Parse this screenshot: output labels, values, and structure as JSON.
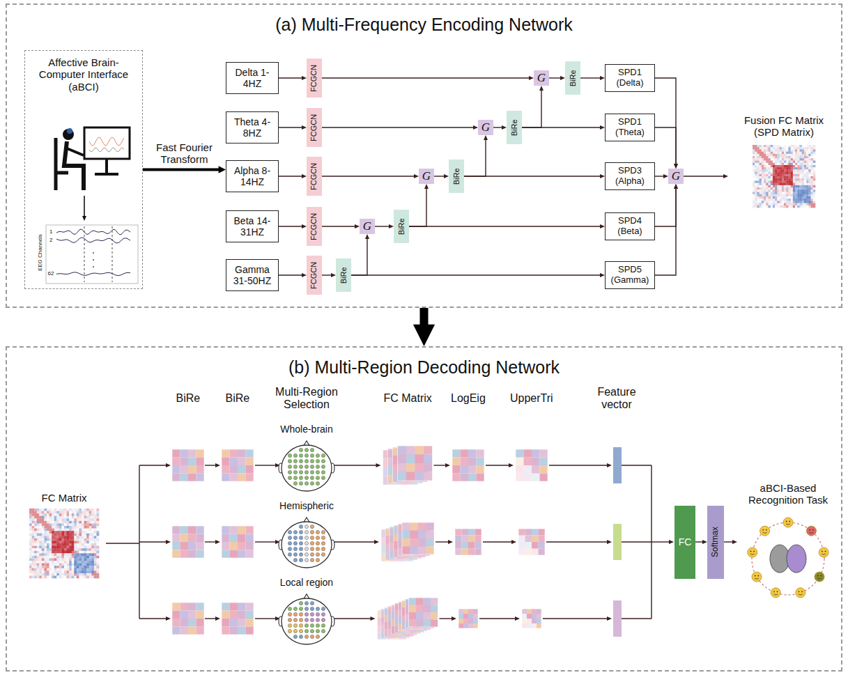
{
  "diagram": {
    "nodes": [
      {
        "text": [
          "(a) Multi-Frequency Encoding Network"
        ]
      },
      {
        "text": [
          "Affective Brain-Computer Interface (aBCI)"
        ],
        "in": 0
      },
      {
        "text": [
          "Delta 1-4HZ"
        ],
        "in": 0
      },
      {
        "text": [
          "Theta 4-8HZ"
        ],
        "in": 0
      },
      {
        "text": [
          "Alpha 8-14HZ"
        ],
        "in": 0
      },
      {
        "text": [
          "Beta 14-31HZ"
        ],
        "in": 0
      },
      {
        "text": [
          "Gamma 31-50HZ"
        ],
        "in": 0
      },
      {
        "text": [
          "FCGCN"
        ],
        "in": 0
      },
      {
        "text": [
          "FCGCN"
        ],
        "in": 0
      },
      {
        "text": [
          "FCGCN"
        ],
        "in": 0
      },
      {
        "text": [
          "FCGCN"
        ],
        "in": 0
      },
      {
        "text": [
          "FCGCN"
        ],
        "in": 0
      },
      {
        "text": [
          "G"
        ],
        "in": 0
      },
      {
        "text": [
          "BiRe"
        ],
        "in": 0
      },
      {
        "text": [
          "G"
        ],
        "in": 0
      },
      {
        "text": [
          "BiRe"
        ],
        "in": 0
      },
      {
        "text": [
          "G"
        ],
        "in": 0
      },
      {
        "text": [
          "BiRe"
        ],
        "in": 0
      },
      {
        "text": [
          "G"
        ],
        "in": 0
      },
      {
        "text": [
          "BiRe"
        ],
        "in": 0
      },
      {
        "text": [
          "BiRe"
        ],
        "in": 0
      },
      {
        "text": [
          "SPD1 (Delta)"
        ],
        "in": 0
      },
      {
        "text": [
          "SPD1 (Theta)"
        ],
        "in": 0
      },
      {
        "text": [
          "SPD3 (Alpha)"
        ],
        "in": 0
      },
      {
        "text": [
          "SPD4 (Beta)"
        ],
        "in": 0
      },
      {
        "text": [
          "SPD5 (Gamma)"
        ],
        "in": 0
      },
      {
        "text": [
          "G"
        ],
        "in": 0
      },
      {
        "text": [
          "Fusion FC Matrix (SPD Matrix)"
        ],
        "in": 0
      },
      {
        "text": [
          "(b) Multi-Region Decoding Network"
        ]
      },
      {
        "text": [
          "FC Matrix"
        ],
        "in": 28
      },
      {
        "text": [
          "Whole-brain"
        ],
        "in": 28
      },
      {
        "text": [
          "Hemispheric"
        ],
        "in": 28
      },
      {
        "text": [
          "Local region"
        ],
        "in": 28
      },
      {
        "text": [
          "FC"
        ],
        "in": 28
      },
      {
        "text": [
          "Softmax"
        ],
        "in": 28
      },
      {
        "text": [
          "aBCI-Based Recognition Task"
        ],
        "in": 28
      }
    ],
    "edges": [
      {
        "from": 1,
        "to": 4,
        "arrow": "to",
        "label": "Fast Fourier Transform"
      },
      {
        "from": 2,
        "to": 7,
        "arrow": "to"
      },
      {
        "from": 3,
        "to": 8,
        "arrow": "to"
      },
      {
        "from": 4,
        "to": 9,
        "arrow": "to"
      },
      {
        "from": 5,
        "to": 10,
        "arrow": "to"
      },
      {
        "from": 6,
        "to": 11,
        "arrow": "to"
      },
      {
        "from": 7,
        "to": 12,
        "arrow": "to"
      },
      {
        "from": 8,
        "to": 14,
        "arrow": "to"
      },
      {
        "from": 9,
        "to": 16,
        "arrow": "to"
      },
      {
        "from": 10,
        "to": 18,
        "arrow": "to"
      },
      {
        "from": 11,
        "to": 20,
        "arrow": "to"
      },
      {
        "from": 20,
        "to": 18,
        "arrow": "to"
      },
      {
        "from": 20,
        "to": 25,
        "arrow": "to"
      },
      {
        "from": 18,
        "to": 19,
        "arrow": "to"
      },
      {
        "from": 19,
        "to": 16,
        "arrow": "to"
      },
      {
        "from": 19,
        "to": 24,
        "arrow": "to"
      },
      {
        "from": 16,
        "to": 17,
        "arrow": "to"
      },
      {
        "from": 17,
        "to": 14,
        "arrow": "to"
      },
      {
        "from": 17,
        "to": 23,
        "arrow": "to"
      },
      {
        "from": 14,
        "to": 15,
        "arrow": "to"
      },
      {
        "from": 15,
        "to": 12,
        "arrow": "to"
      },
      {
        "from": 15,
        "to": 22,
        "arrow": "to"
      },
      {
        "from": 12,
        "to": 13,
        "arrow": "to"
      },
      {
        "from": 13,
        "to": 21,
        "arrow": "to"
      },
      {
        "from": 21,
        "to": 26,
        "arrow": "to"
      },
      {
        "from": 22,
        "to": 26,
        "arrow": "to"
      },
      {
        "from": 23,
        "to": 26,
        "arrow": "to"
      },
      {
        "from": 24,
        "to": 26,
        "arrow": "to"
      },
      {
        "from": 25,
        "to": 26,
        "arrow": "to"
      },
      {
        "from": 26,
        "to": 27,
        "arrow": "to"
      },
      {
        "from": 0,
        "to": 28,
        "arrow": "to"
      },
      {
        "from": 33,
        "to": 34,
        "arrow": "to"
      },
      {
        "from": 34,
        "to": 35,
        "arrow": "to"
      }
    ],
    "labels": [
      "EEG Channels",
      "1",
      "2",
      "62",
      "BiRe",
      "BiRe",
      "Multi-Region Selection",
      "FC Matrix",
      "LogEig",
      "UpperTri",
      "Feature vector"
    ]
  }
}
